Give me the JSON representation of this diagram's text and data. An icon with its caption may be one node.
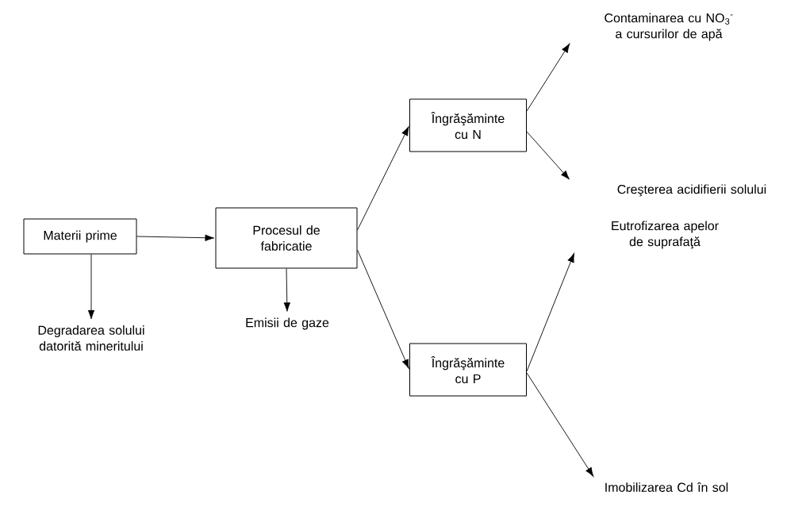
{
  "diagram": {
    "nodes": [
      {
        "text": [
          "Materii prime"
        ]
      },
      {
        "text": [
          "Procesul de fabricatie"
        ]
      },
      {
        "text": [
          "Îngrăşăminte cu N"
        ]
      },
      {
        "text": [
          "Îngrăşăminte cu P"
        ]
      },
      {
        "text": [
          "Degradarea solului datorită mineritului"
        ]
      },
      {
        "text": [
          "Emisii de gaze"
        ]
      },
      {
        "text": [
          "Contaminarea cu NO$_{3}$$^{-}$ a cursurilor de apă"
        ]
      },
      {
        "text": [
          "Creşterea acidifierii solului"
        ]
      },
      {
        "text": [
          "Eutrofizarea apelor de suprafaţă"
        ]
      },
      {
        "text": [
          "Imobilizarea Cd în sol"
        ]
      }
    ],
    "edges": [
      {
        "from": 0,
        "to": 1,
        "arrow": "to"
      },
      {
        "from": 0,
        "to": 4,
        "arrow": "to"
      },
      {
        "from": 1,
        "to": 5,
        "arrow": "to"
      },
      {
        "from": 1,
        "to": 2,
        "arrow": "to"
      },
      {
        "from": 1,
        "to": 3,
        "arrow": "to"
      },
      {
        "from": 2,
        "to": 6,
        "arrow": "to"
      },
      {
        "from": 2,
        "to": 7,
        "arrow": "to"
      },
      {
        "from": 3,
        "to": 8,
        "arrow": "to"
      },
      {
        "from": 3,
        "to": 9,
        "arrow": "to"
      }
    ]
  }
}
